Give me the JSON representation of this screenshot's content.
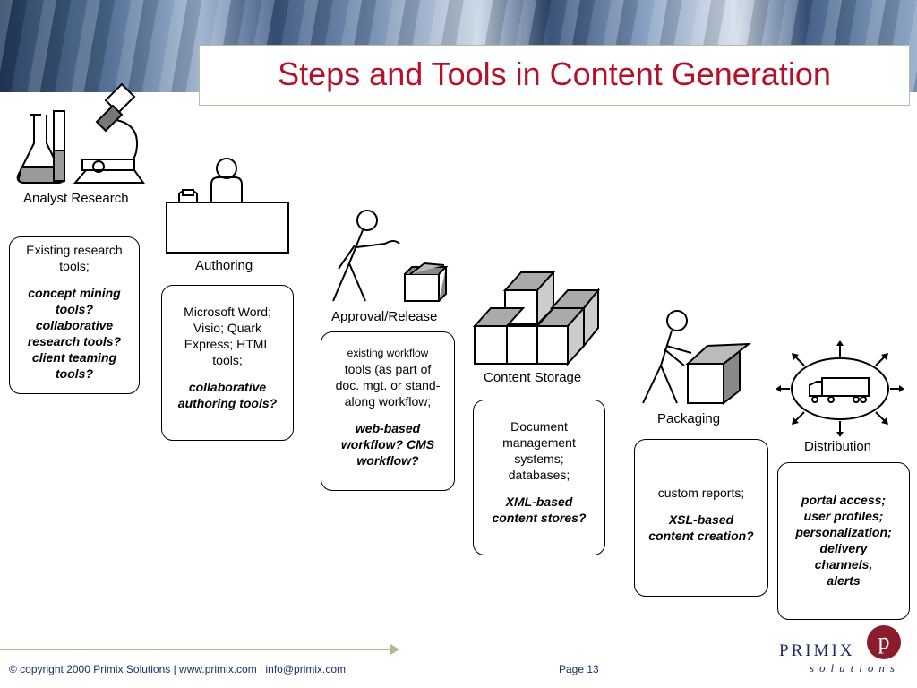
{
  "title": "Steps and Tools in Content Generation",
  "steps": [
    {
      "label": "Analyst Research",
      "plain": [
        "Existing research",
        "tools;"
      ],
      "bold": [
        "concept mining",
        "tools?",
        "collaborative",
        "research  tools?",
        "client teaming",
        "tools?"
      ]
    },
    {
      "label": "Authoring",
      "plain": [
        "Microsoft Word;",
        "Visio; Quark",
        "Express; HTML",
        "tools;"
      ],
      "bold": [
        "collaborative",
        "authoring tools?"
      ]
    },
    {
      "label": "Approval/Release",
      "plain": [
        "existing workflow",
        "tools (as part of",
        "doc. mgt. or stand-",
        "along workflow;"
      ],
      "bold": [
        "web-based",
        "workflow?  CMS",
        "workflow?"
      ]
    },
    {
      "label": "Content Storage",
      "plain": [
        "Document",
        "management",
        "systems;",
        "databases;"
      ],
      "bold": [
        "XML-based",
        "content stores?"
      ]
    },
    {
      "label": "Packaging",
      "plain": [
        "custom reports;"
      ],
      "bold": [
        "XSL-based",
        "content creation?"
      ]
    },
    {
      "label": "Distribution",
      "plain": [],
      "bold": [
        "portal access;",
        "user profiles;",
        "personalization;",
        "delivery",
        "channels,",
        "alerts"
      ]
    }
  ],
  "footer": {
    "copyright": "© copyright 2000 Primix Solutions |  www.primix.com | info@primix.com",
    "page": "Page 13"
  },
  "logo": {
    "word": "PRIMIX",
    "sub": "solutions",
    "mark": "p"
  }
}
